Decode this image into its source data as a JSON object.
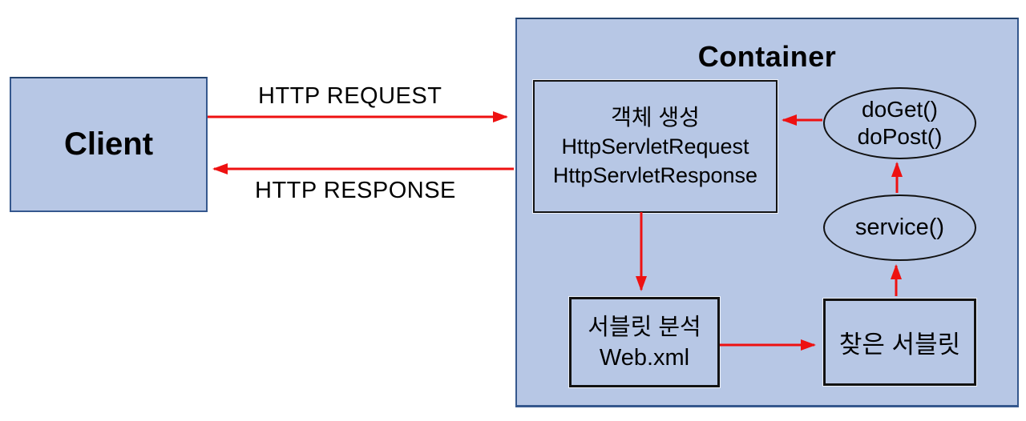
{
  "client": {
    "label": "Client"
  },
  "flows": {
    "request_label": "HTTP REQUEST",
    "response_label": "HTTP RESPONSE"
  },
  "container": {
    "title": "Container",
    "object_creation_box": {
      "line1": "객체 생성",
      "line2": "HttpServletRequest",
      "line3": "HttpServletResponse"
    },
    "doget_dopost_ellipse": {
      "line1": "doGet()",
      "line2": "doPost()"
    },
    "service_ellipse": {
      "label": "service()"
    },
    "servlet_analysis_box": {
      "line1": "서블릿 분석",
      "line2": "Web.xml"
    },
    "found_servlet_box": {
      "label": "찾은 서블릿"
    }
  },
  "colors": {
    "node_fill": "#b7c7e5",
    "outer_border": "#35588e",
    "inner_border": "#121212",
    "arrow": "#ee1111",
    "text": "#000000"
  }
}
